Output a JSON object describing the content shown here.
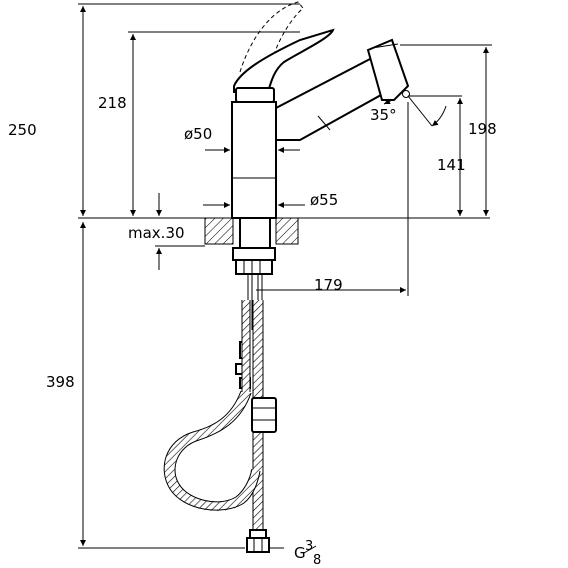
{
  "dimensions": {
    "total_height": "250",
    "spout_height": "218",
    "body_diameter": "ø50",
    "base_diameter": "ø55",
    "max_thickness": "max.30",
    "outlet_height": "198",
    "spray_height": "141",
    "angle": "35°",
    "reach": "179",
    "hose_length": "398",
    "connection_main": "G",
    "connection_num": "3",
    "connection_den": "8"
  }
}
